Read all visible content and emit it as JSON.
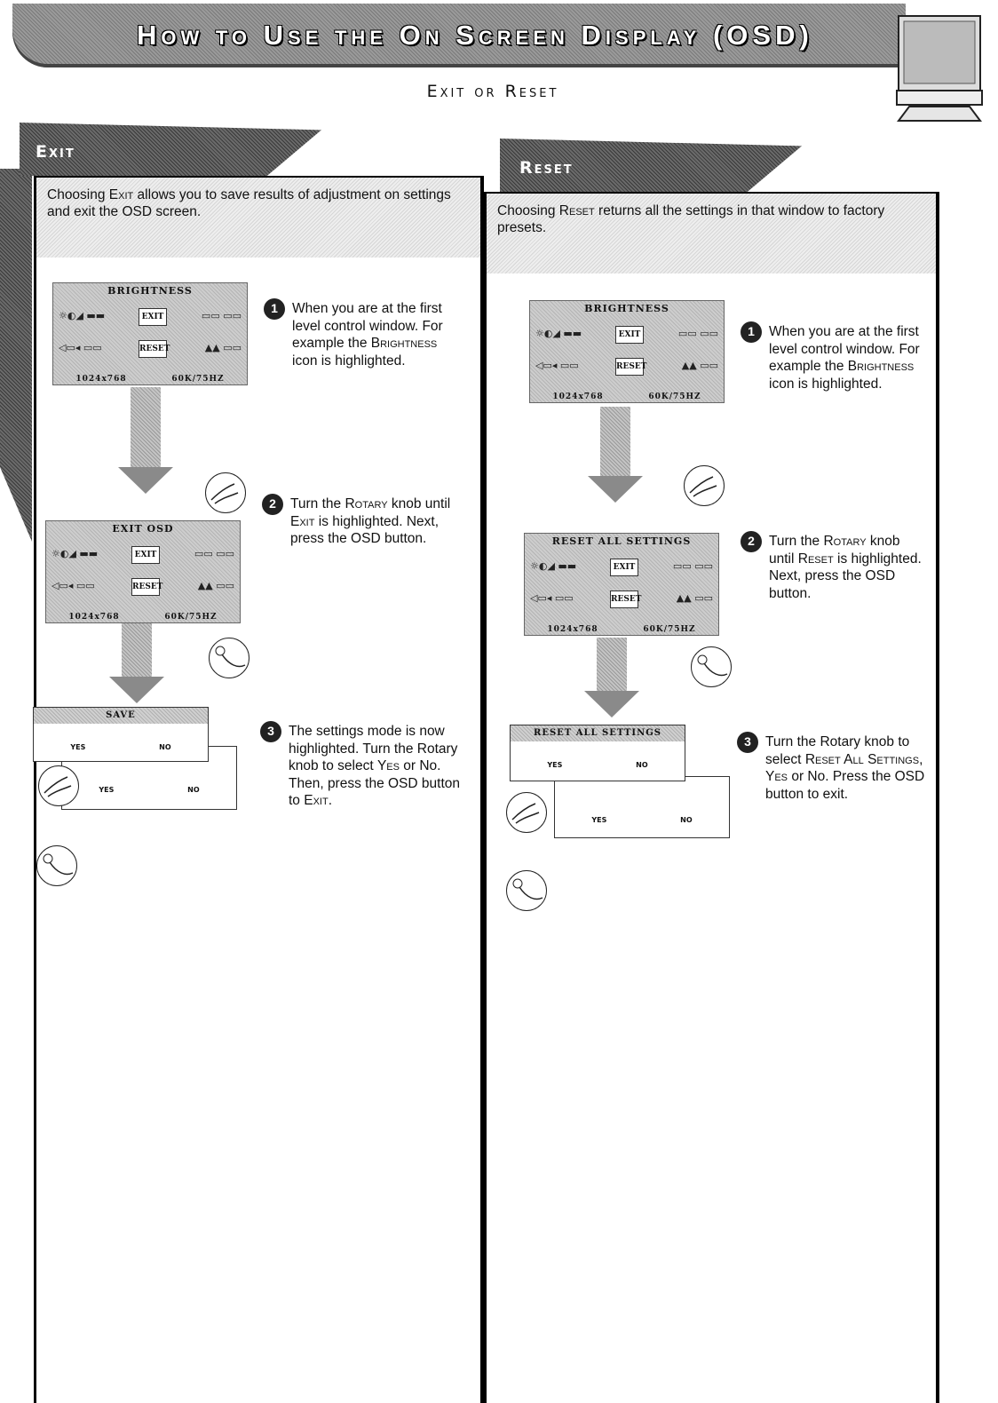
{
  "header": {
    "title": "How to Use the On Screen Display (OSD)",
    "subtitle": "Exit or Reset"
  },
  "exit": {
    "tab_label": "Exit",
    "intro_a": "Choosing ",
    "intro_sc": "Exit",
    "intro_b": " allows you to save results of adjustment on settings and exit the OSD screen.",
    "osd1": {
      "title": "BRIGHTNESS",
      "hl_top": "EXIT",
      "hl_bottom": "RESET",
      "foot_left": "1024x768",
      "foot_right": "60K/75HZ"
    },
    "osd2": {
      "title": "EXIT OSD",
      "hl_top": "EXIT",
      "hl_bottom": "RESET",
      "foot_left": "1024x768",
      "foot_right": "60K/75HZ"
    },
    "dialog": {
      "title": "SAVE",
      "yes": "YES",
      "no": "NO"
    },
    "steps": [
      {
        "num": "1",
        "a": "When you are at the first level control window. For example the ",
        "sc": "Brightness",
        "b": " icon is highlighted."
      },
      {
        "num": "2",
        "a": "Turn the ",
        "sc": "Rotary",
        "b": " knob until ",
        "sc2": "Exit",
        "c": " is highlighted. Next, press the OSD button."
      },
      {
        "num": "3",
        "a": "The settings mode is now highlighted. Turn the Rotary knob to select ",
        "sc": "Yes",
        "b": " or No. Then, press the OSD button to ",
        "sc2": "Exit",
        "c": "."
      }
    ]
  },
  "reset": {
    "tab_label": "Reset",
    "intro_a": "Choosing ",
    "intro_sc": "Reset",
    "intro_b": " returns all the settings in that window to factory presets.",
    "osd1": {
      "title": "BRIGHTNESS",
      "hl_top": "EXIT",
      "hl_bottom": "RESET",
      "foot_left": "1024x768",
      "foot_right": "60K/75HZ"
    },
    "osd2": {
      "title": "RESET ALL SETTINGS",
      "hl_top": "EXIT",
      "hl_bottom": "RESET",
      "foot_left": "1024x768",
      "foot_right": "60K/75HZ"
    },
    "dialog": {
      "title": "RESET ALL SETTINGS",
      "yes": "YES",
      "no": "NO"
    },
    "steps": [
      {
        "num": "1",
        "a": "When you are at the first level control window. For example the ",
        "sc": "Brightness",
        "b": " icon is highlighted."
      },
      {
        "num": "2",
        "a": "Turn the ",
        "sc": "Rotary",
        "b": " knob until ",
        "sc2": "Reset",
        "c": " is highlighted. Next, press the OSD button."
      },
      {
        "num": "3",
        "a": "Turn the Rotary knob to select ",
        "sc": "Reset All Settings",
        "b": ", ",
        "sc2": "Yes",
        "c": " or No. Press the OSD button to exit."
      }
    ]
  }
}
